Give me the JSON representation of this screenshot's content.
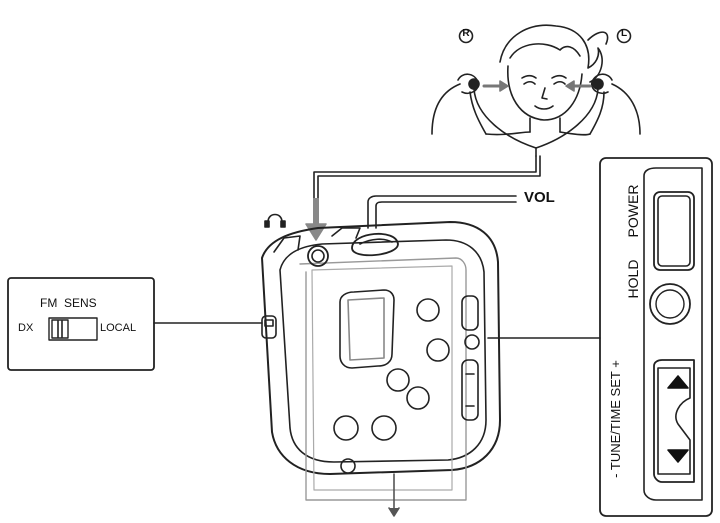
{
  "ear_marks": {
    "right": "R",
    "left": "L"
  },
  "labels": {
    "volume": "VOL",
    "fm_sens": "FM  SENS",
    "dx": "DX",
    "local": "LOCAL",
    "hold": "HOLD",
    "power": "POWER",
    "tune": "- TUNE/TIME SET +"
  },
  "icons": [
    "headphone-icon",
    "up-arrow-icon",
    "down-arrow-icon"
  ]
}
